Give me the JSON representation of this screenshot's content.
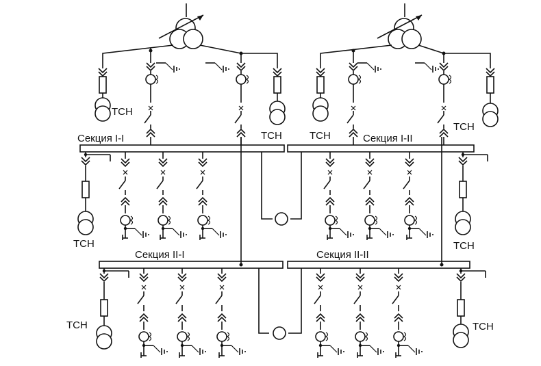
{
  "labels": {
    "tsn": "ТСН",
    "section_1_1": "Секция I-I",
    "section_1_2": "Секция I-II",
    "section_2_1": "Секция II-I",
    "section_2_2": "Секция II-II"
  }
}
